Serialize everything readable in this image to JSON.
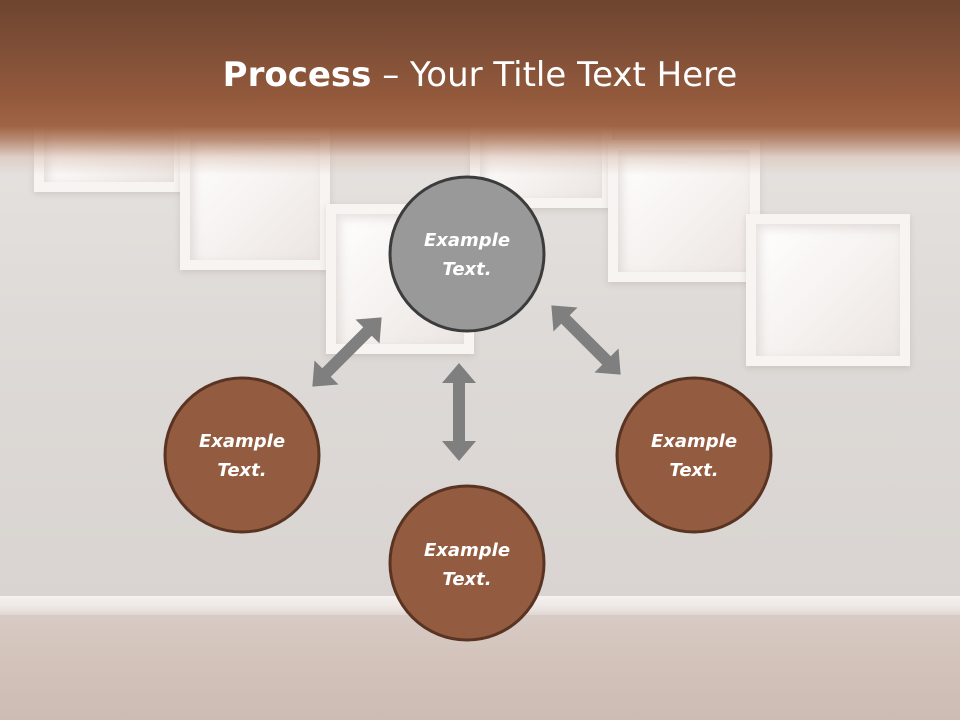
{
  "slide": {
    "title_bold": "Process",
    "title_dash": " – ",
    "title_rest": "Your Title Text Here"
  },
  "colors": {
    "banner": "#93593c",
    "node_brown": "#935b3f",
    "node_brown_stroke": "#5a3423",
    "node_gray": "#999999",
    "node_gray_stroke": "#3c3c3c",
    "arrow": "#7f7f7f"
  },
  "diagram": {
    "nodes": [
      {
        "id": "top",
        "line1": "Example",
        "line2": "Text.",
        "color": "gray"
      },
      {
        "id": "left",
        "line1": "Example",
        "line2": "Text.",
        "color": "brown"
      },
      {
        "id": "bottom",
        "line1": "Example",
        "line2": "Text.",
        "color": "brown"
      },
      {
        "id": "right",
        "line1": "Example",
        "line2": "Text.",
        "color": "brown"
      }
    ],
    "arrows": [
      {
        "from": "top",
        "to": "left",
        "style": "double-headed"
      },
      {
        "from": "top",
        "to": "bottom",
        "style": "double-headed"
      },
      {
        "from": "top",
        "to": "right",
        "style": "double-headed"
      }
    ]
  }
}
